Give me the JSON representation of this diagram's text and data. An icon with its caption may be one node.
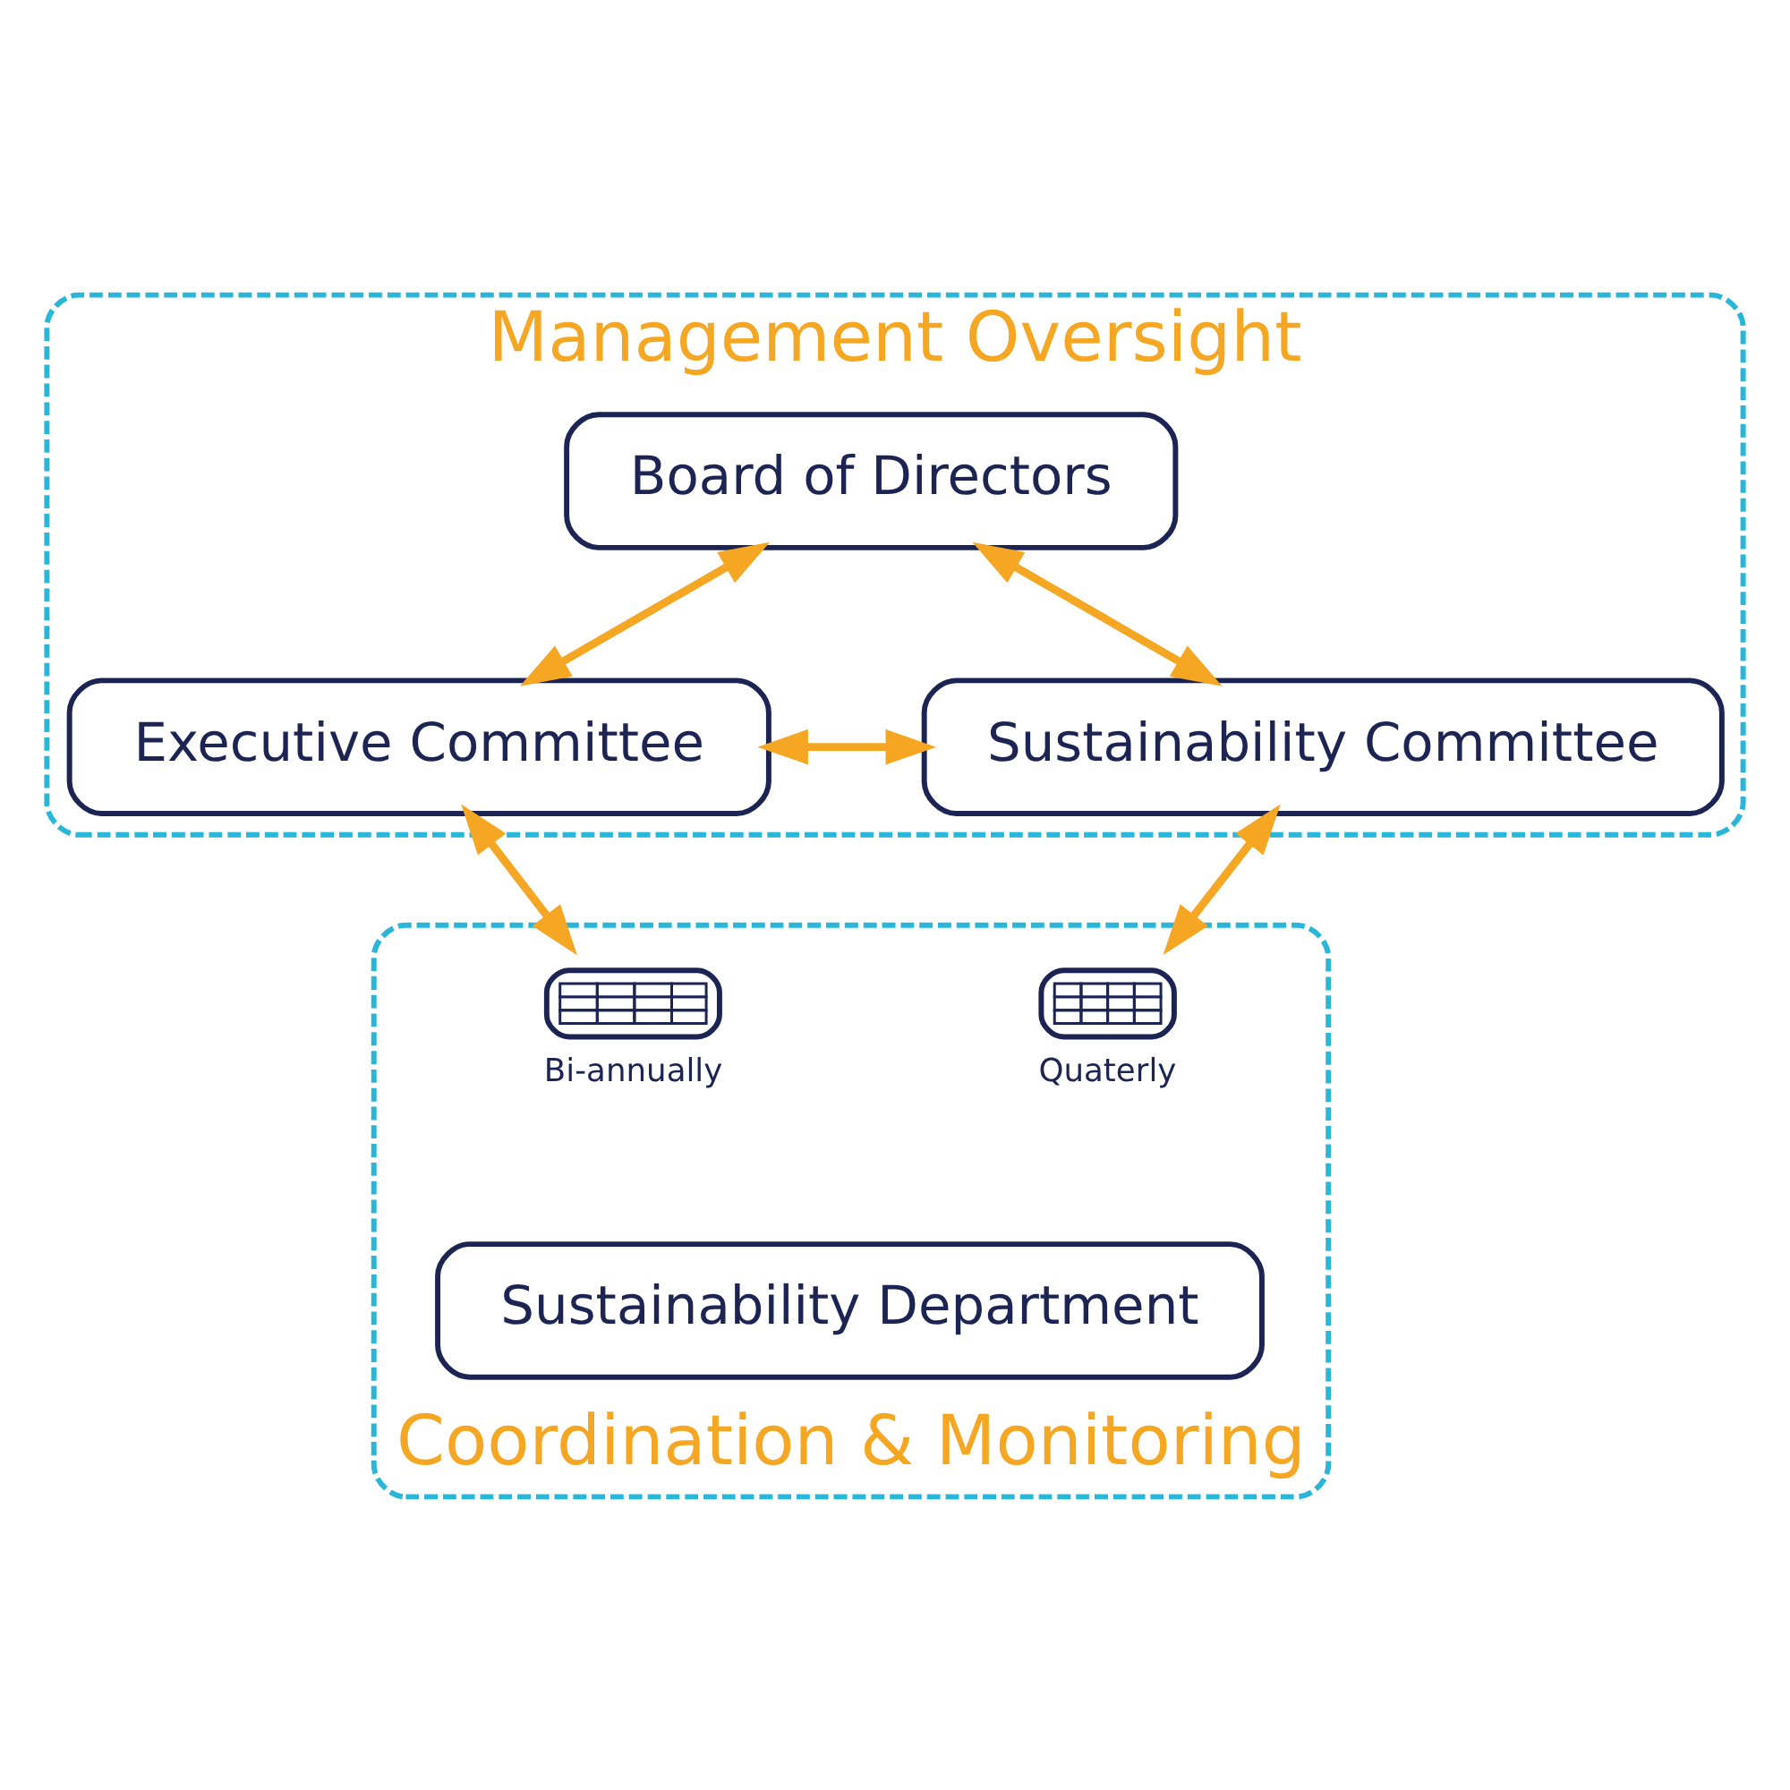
{
  "diagram": {
    "nodes": [
      {
        "text": [
          "Management Oversight"
        ]
      },
      {
        "text": [
          "Board of Directors"
        ],
        "in": 0
      },
      {
        "text": [
          "Executive Committee"
        ],
        "in": 0
      },
      {
        "text": [
          "Sustainability Committee"
        ],
        "in": 0
      },
      {
        "text": [
          "Coordination & Monitoring"
        ]
      },
      {
        "text": [],
        "shape": "picture",
        "in": 4,
        "beside": [
          "Bi-annually"
        ]
      },
      {
        "text": [],
        "shape": "picture",
        "in": 4,
        "beside": [
          "Quaterly"
        ]
      },
      {
        "text": [
          "Sustainability Department"
        ],
        "in": 4
      }
    ],
    "edges": [
      {
        "from": 1,
        "to": 2,
        "arrow": "both"
      },
      {
        "from": 1,
        "to": 3,
        "arrow": "both"
      },
      {
        "from": 2,
        "to": 3,
        "arrow": "both"
      },
      {
        "from": 2,
        "to": 5,
        "arrow": "both"
      },
      {
        "from": 3,
        "to": 6,
        "arrow": "both"
      }
    ]
  }
}
